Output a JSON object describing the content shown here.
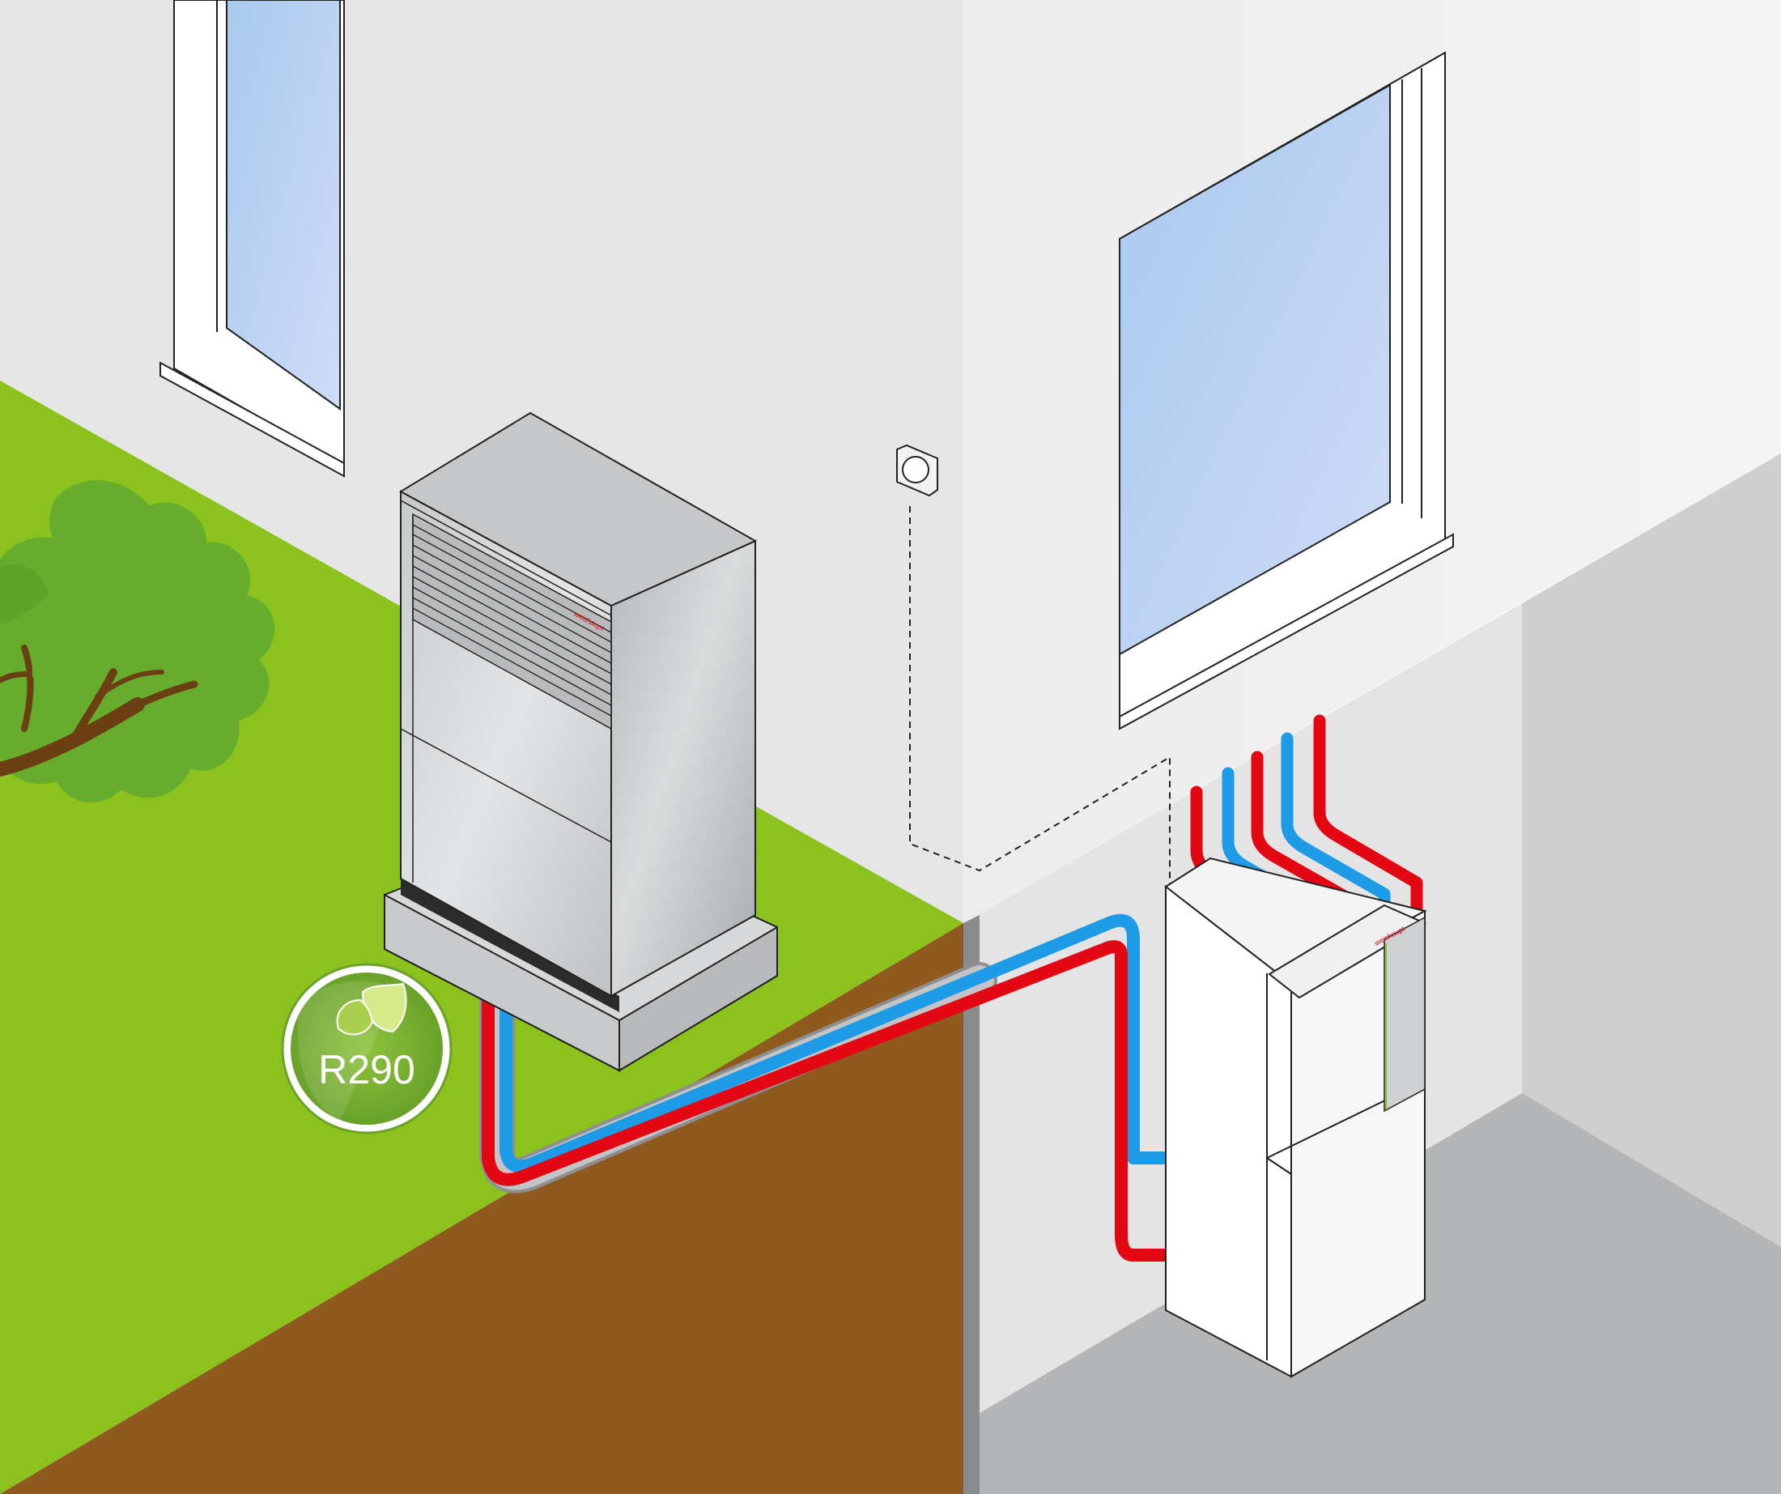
{
  "badge": {
    "text": "R290",
    "icon": "two-leaves-icon"
  },
  "brand": {
    "outdoor_unit": "weishaupt",
    "indoor_unit": "weishaupt"
  },
  "colors": {
    "flow_pipe": "#e30613",
    "return_pipe": "#1e9be6",
    "lawn": "#8cc21e",
    "soil": "#8f5a1e",
    "tree_foliage": "#66ad2d",
    "wall": "#ececec",
    "glass": "#b3d0ef"
  }
}
